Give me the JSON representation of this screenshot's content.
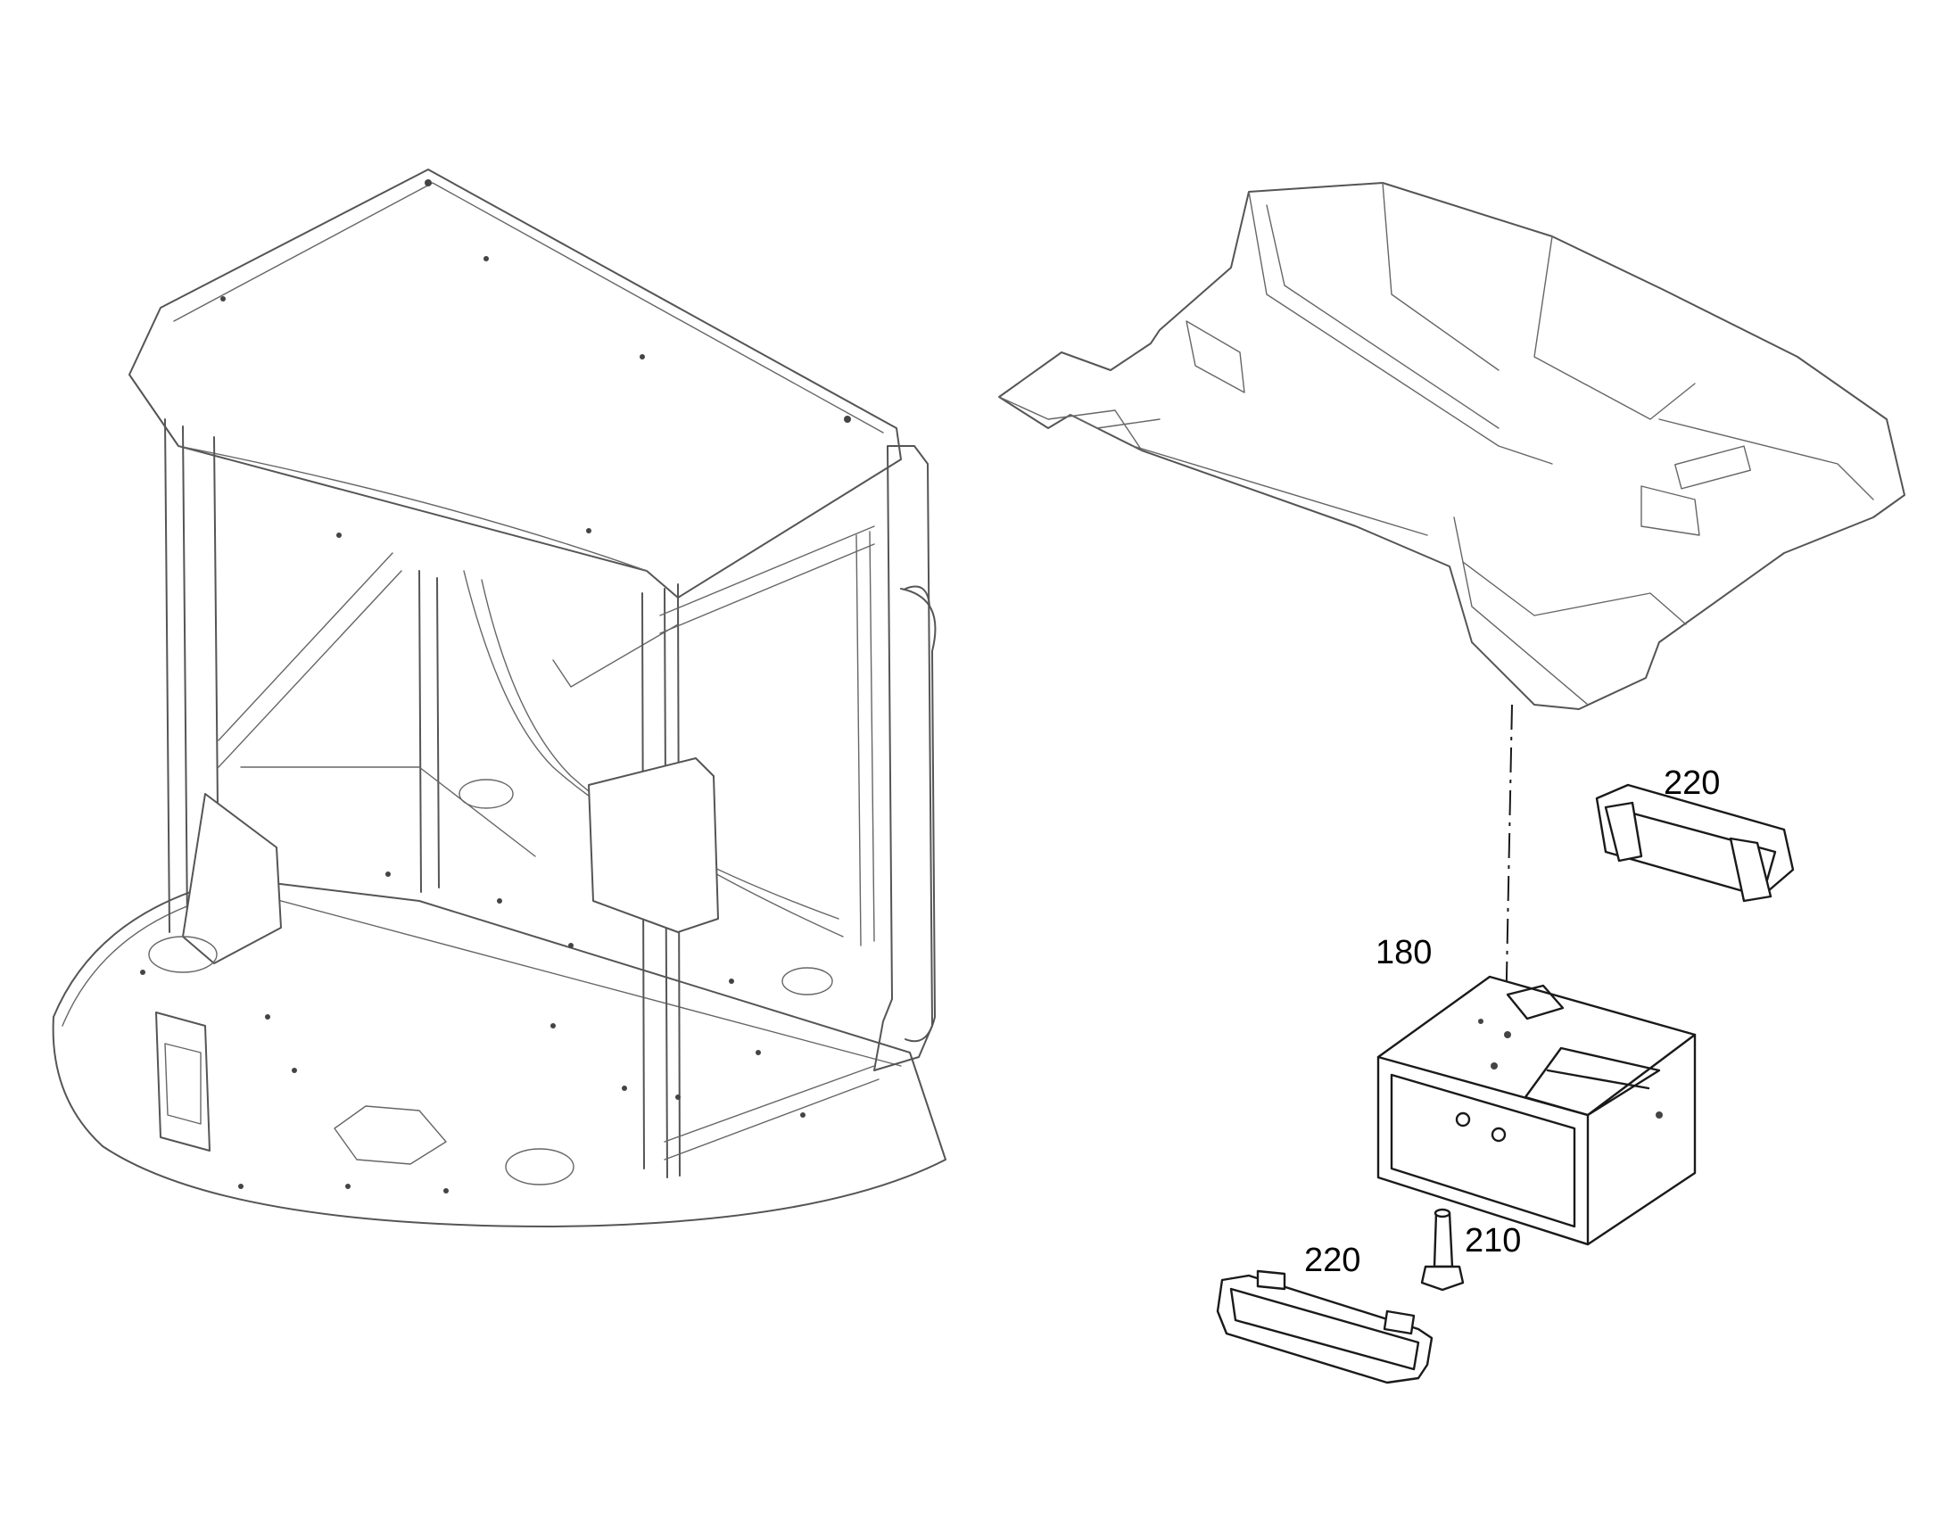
{
  "callouts": {
    "part_180": "180",
    "part_210": "210",
    "part_220_upper": "220",
    "part_220_lower": "220"
  }
}
